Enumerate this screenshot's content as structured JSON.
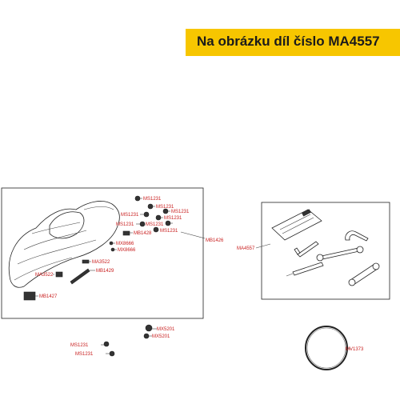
{
  "banner": {
    "text": "Na obrázku díl číslo MA4557",
    "color": "#f7c600"
  },
  "label_color": "#c81e1e",
  "labels": {
    "ms1231_a": "MS1231",
    "ms1231_b": "MS1231",
    "ms1231_c": "MS1231",
    "ms1231_d": "MS1231",
    "ms1231_e": "MS1231",
    "ms1231_f": "MS1231",
    "ms1231_g": "MS1231",
    "ms1231_h": "MS1231",
    "ms1231_i": "MS1231",
    "ms1231_j": "MS1231",
    "mb1428": "MB1428",
    "mx8666_a": "MX8666",
    "mx8666_b": "MX8666",
    "mb1426": "MB1426",
    "ma3522_a": "MA3522",
    "ma3522_b": "MA3522",
    "mb1429": "MB1429",
    "mb1427": "MB1427",
    "ma4557": "MA4557",
    "mx5201_a": "MX5201",
    "mx5201_b": "MX5201",
    "mv1373": "MV1373"
  },
  "icons": [
    "seat-assembly",
    "bolt-icon",
    "hinge-icon",
    "latch-icon",
    "tool-pouch-icon",
    "hex-key-icon",
    "wrench-icon",
    "spark-plug-wrench-icon",
    "screwdriver-icon",
    "rubber-band-icon"
  ]
}
